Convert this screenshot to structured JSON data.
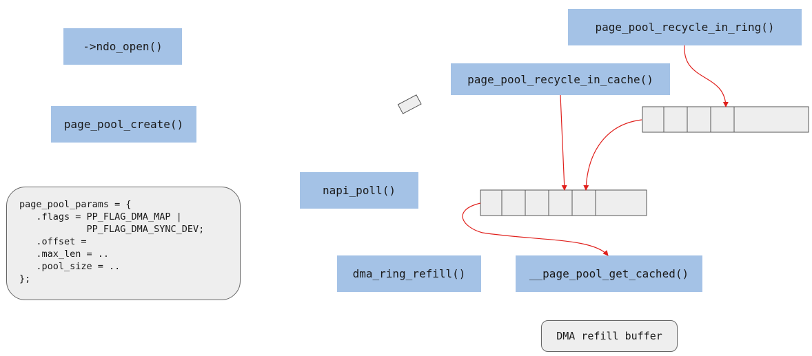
{
  "boxes": {
    "ndo_open": "->ndo_open()",
    "page_pool_create": "page_pool_create()",
    "napi_poll": "napi_poll()",
    "dma_ring_refill": "dma_ring_refill()",
    "get_cached": "__page_pool_get_cached()",
    "recycle_in_cache": "page_pool_recycle_in_cache()",
    "recycle_in_ring": "page_pool_recycle_in_ring()"
  },
  "params_lines": [
    "page_pool_params = {",
    "   .flags = PP_FLAG_DMA_MAP |",
    "            PP_FLAG_DMA_SYNC_DEV;",
    "   .offset =",
    "   .max_len = ..",
    "   .pool_size = ..",
    "};"
  ],
  "dma_refill_buffer": "DMA refill buffer",
  "colors": {
    "box_fill": "#a4c2e6",
    "gray_fill": "#eeeeee",
    "arrow": "#e0201c"
  }
}
